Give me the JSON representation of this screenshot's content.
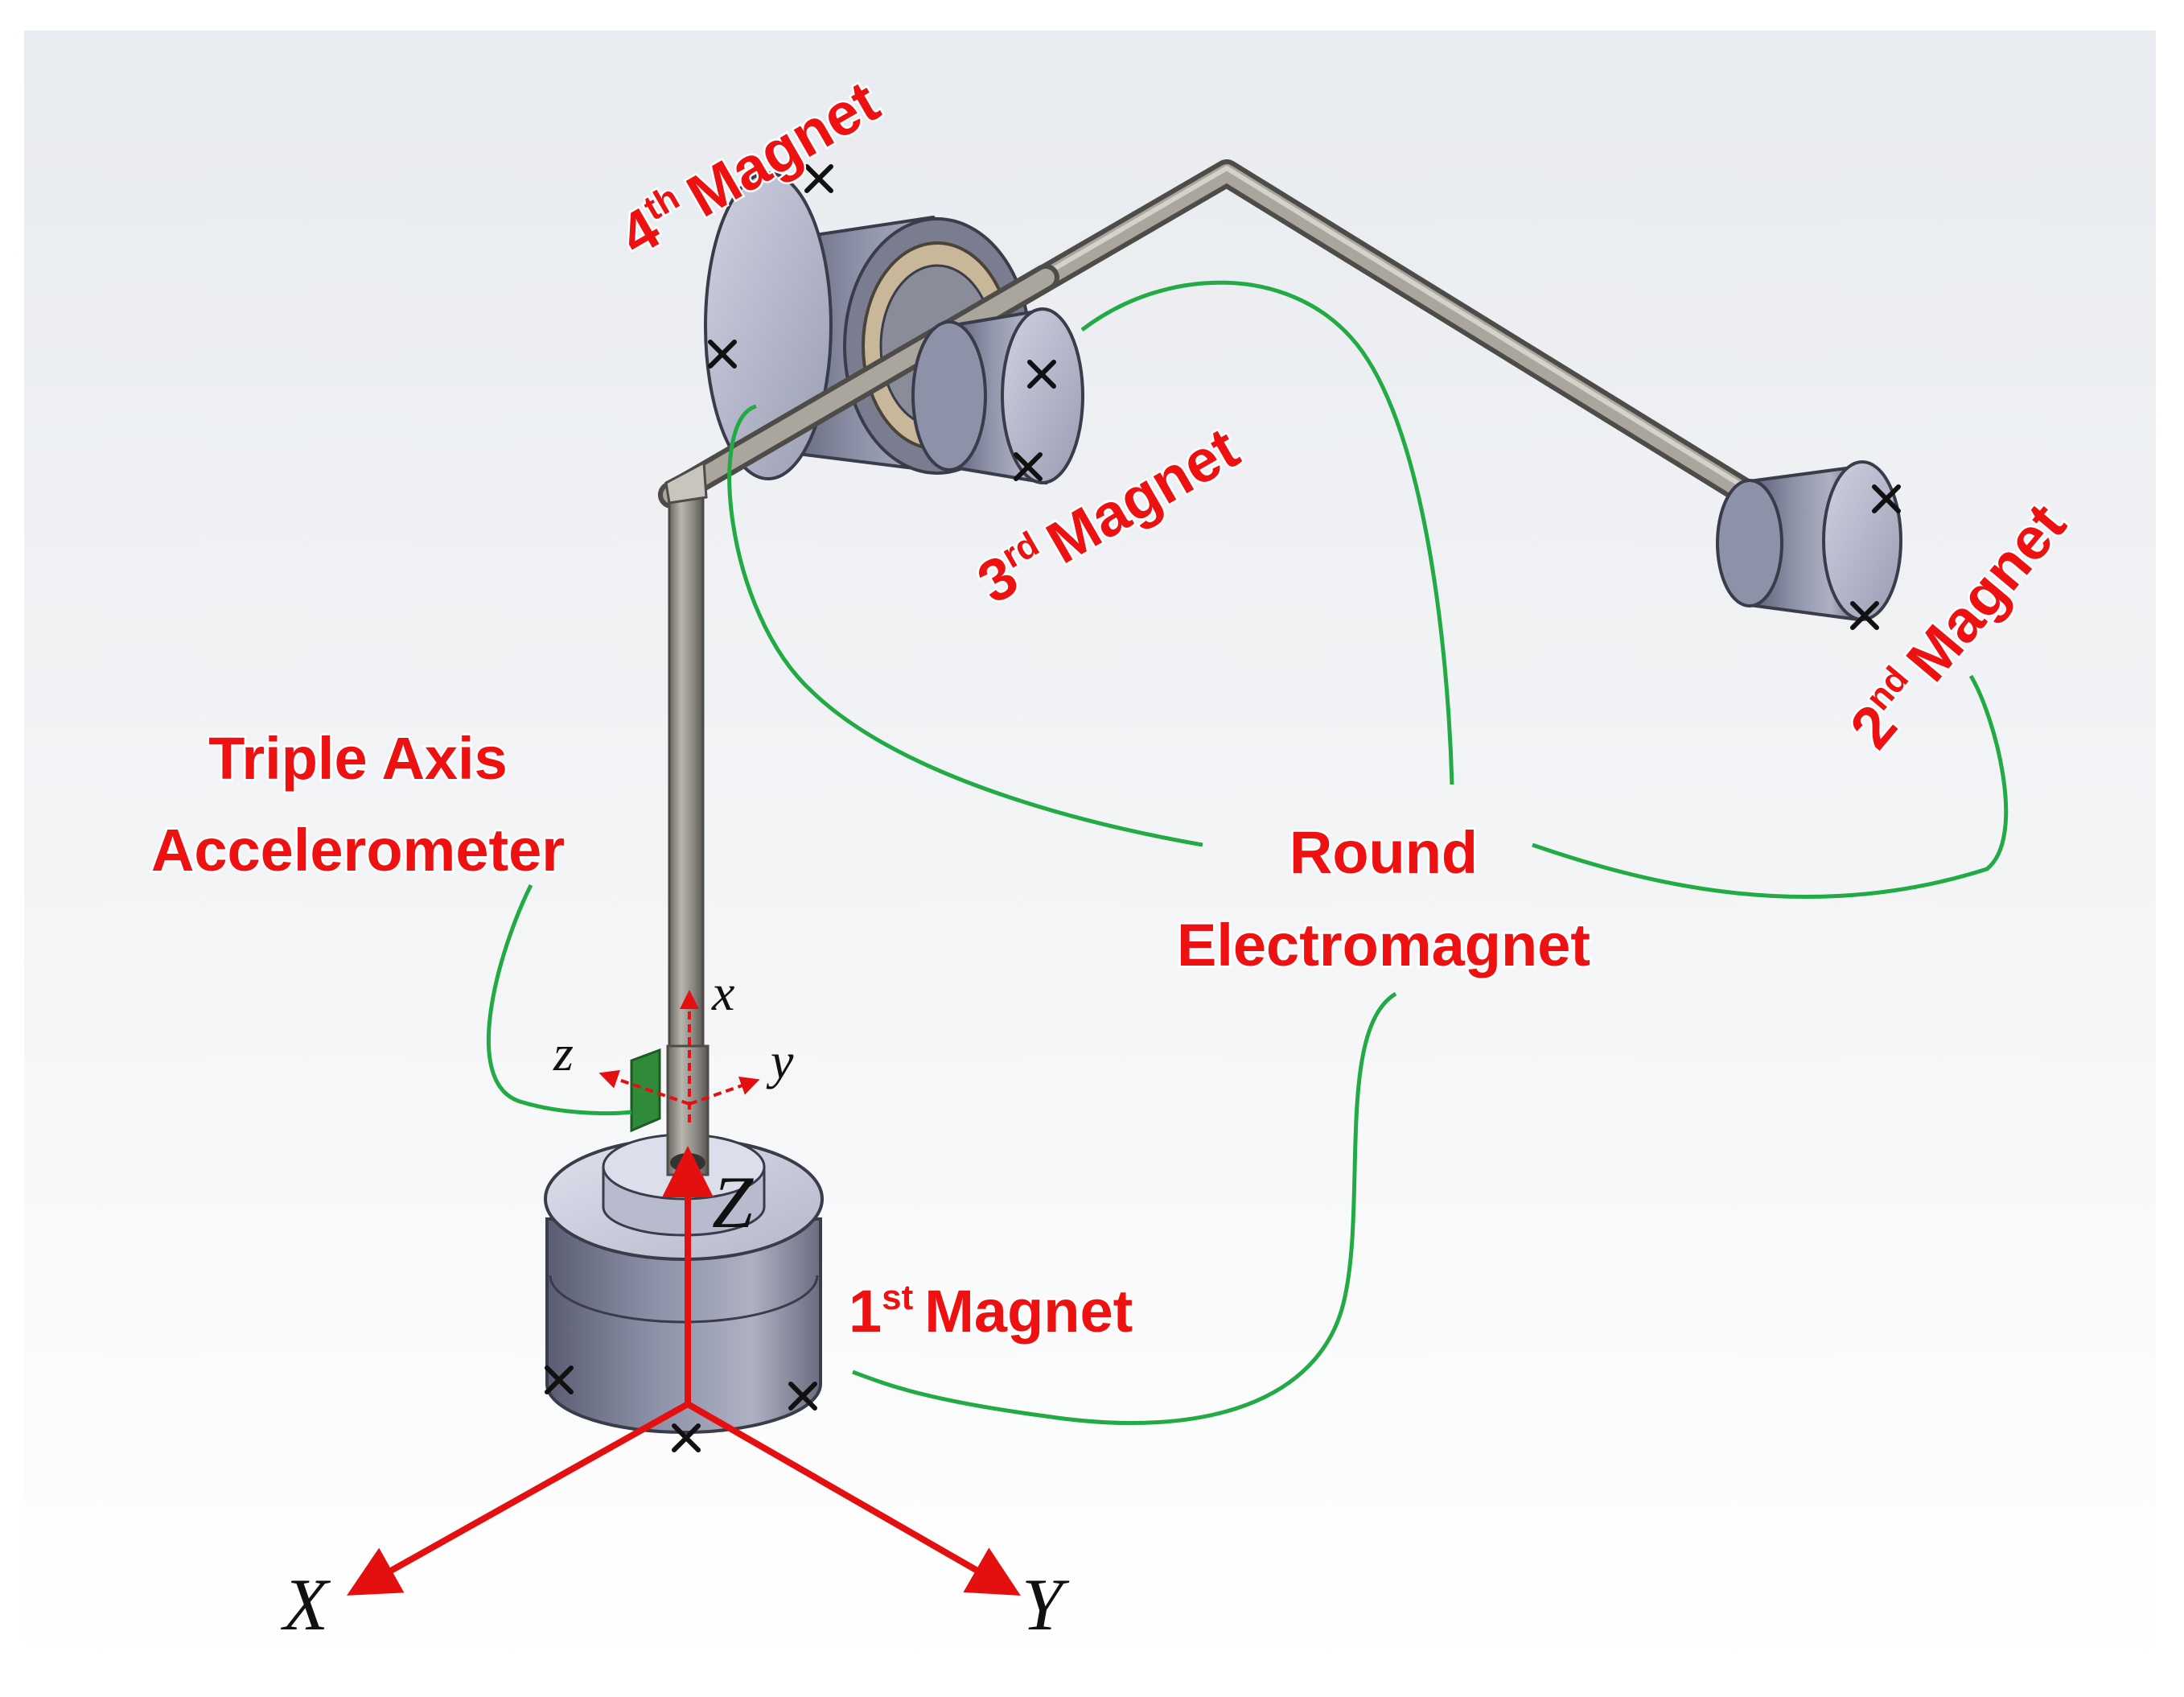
{
  "labels": {
    "magnet_4": {
      "num": "4",
      "sup": "th",
      "word": "Magnet"
    },
    "magnet_3": {
      "num": "3",
      "sup": "rd",
      "word": "Magnet"
    },
    "magnet_2": {
      "num": "2",
      "sup": "nd",
      "word": "Magnet"
    },
    "magnet_1": {
      "num": "1",
      "sup": "st",
      "word": "Magnet"
    },
    "accelerometer": {
      "line1": "Triple Axis",
      "line2": "Accelerometer"
    },
    "electromagnet": {
      "line1": "Round",
      "line2": "Electromagnet"
    }
  },
  "axes": {
    "global": {
      "x": "X",
      "y": "Y",
      "z": "Z"
    },
    "local": {
      "x": "x",
      "y": "y",
      "z": "z"
    }
  },
  "colors": {
    "label": "#ee1111",
    "axis_arrow": "#e41010",
    "leader_line": "#22aa44",
    "marker": "#111111"
  }
}
